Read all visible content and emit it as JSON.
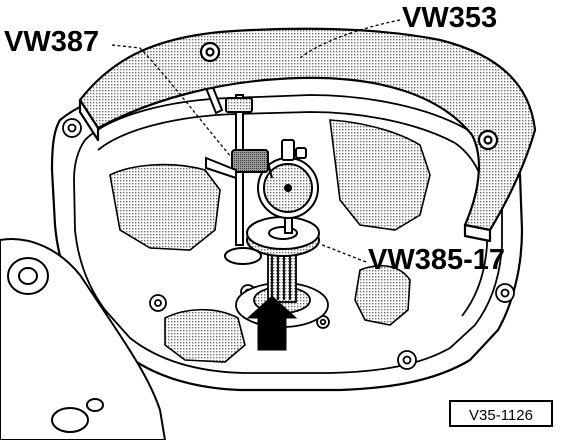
{
  "labels": {
    "vw353": "VW353",
    "vw387": "VW387",
    "vw385_17": "VW385-17"
  },
  "figure_code": "V35-1126",
  "colors": {
    "ink": "#000000",
    "paper": "#ffffff",
    "screen_tone": "#9a9a9a"
  }
}
